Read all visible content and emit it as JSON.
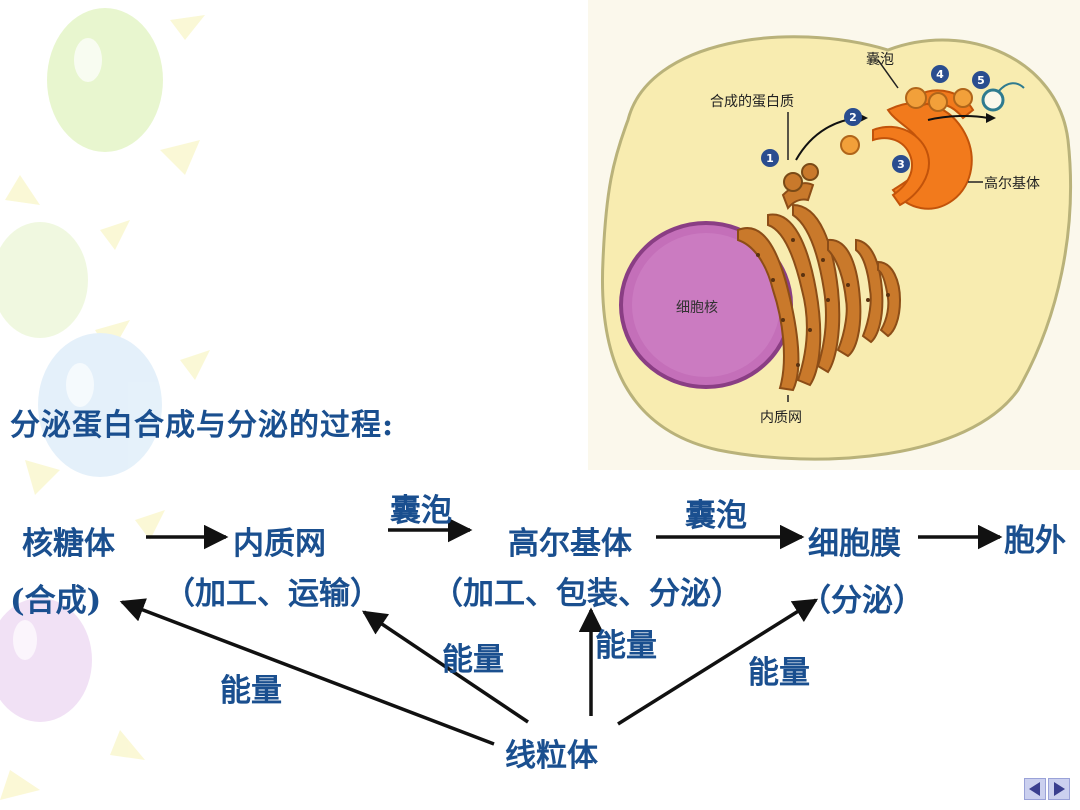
{
  "figure": {
    "labels": {
      "vesicle": "囊泡",
      "synth_protein": "合成的蛋白质",
      "golgi": "高尔基体",
      "nucleus": "细胞核",
      "er": "内质网"
    },
    "step_numbers": [
      "1",
      "2",
      "3",
      "4",
      "5"
    ]
  },
  "heading": "分泌蛋白合成与分泌的过程:",
  "flow": {
    "nodes": {
      "ribosome": "核糖体",
      "ribosome_role": "(合成)",
      "er": "内质网",
      "er_role": "（加工、运输）",
      "golgi": "高尔基体",
      "golgi_role": "（加工、包装、分泌）",
      "membrane": "细胞膜",
      "membrane_role": "（分泌）",
      "outside": "胞外"
    },
    "edge_labels": {
      "vesicle_1": "囊泡",
      "vesicle_2": "囊泡"
    },
    "energy_source": "线粒体",
    "energy_labels": [
      "能量",
      "能量",
      "能量",
      "能量"
    ]
  },
  "colors": {
    "text": "#1a4f8f",
    "cell_fill": "#f8ecb0",
    "nucleus_fill": "#c46fb9",
    "golgi_fill": "#f27a1c",
    "er_fill": "#c9792b"
  },
  "icons": [
    "nav-prev-icon",
    "nav-next-icon"
  ]
}
